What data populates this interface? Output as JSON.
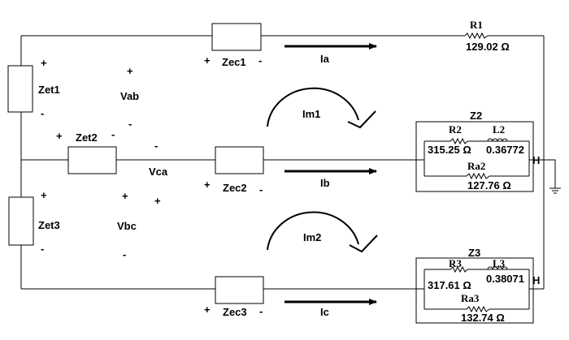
{
  "impedances": {
    "zet1": "Zet1",
    "zet2": "Zet2",
    "zet3": "Zet3",
    "zec1": "Zec1",
    "zec2": "Zec2",
    "zec3": "Zec3"
  },
  "voltages": {
    "vab": "Vab",
    "vca": "Vca",
    "vbc": "Vbc"
  },
  "currents": {
    "ia": "Ia",
    "ib": "Ib",
    "ic": "Ic",
    "im1": "Im1",
    "im2": "Im2"
  },
  "polarity": {
    "plus": "+",
    "minus": "-"
  },
  "load1": {
    "name": "R1",
    "value": "129.02 Ω"
  },
  "load2": {
    "name": "Z2",
    "r_name": "R2",
    "r_value": "315.25 Ω",
    "l_name": "L2",
    "l_value": "0.36772",
    "l_unit": "H",
    "ra_name": "Ra2",
    "ra_value": "127.76 Ω"
  },
  "load3": {
    "name": "Z3",
    "r_name": "R3",
    "r_value": "317.61 Ω",
    "l_name": "L3",
    "l_value": "0.38071",
    "l_unit": "H",
    "ra_name": "Ra3",
    "ra_value": "132.74 Ω"
  }
}
